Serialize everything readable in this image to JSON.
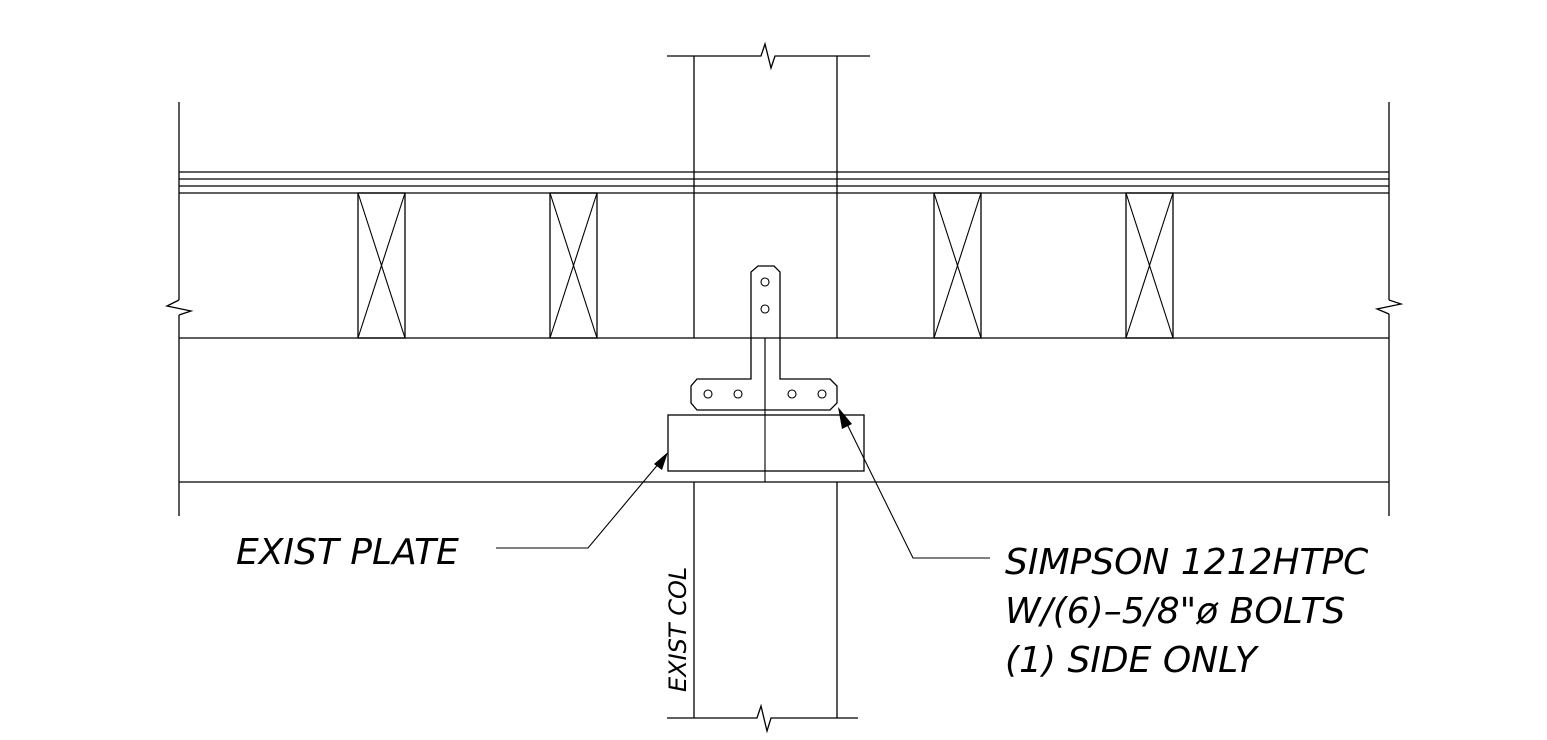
{
  "labels": {
    "plate": "EXIST PLATE",
    "column": "EXIST COL",
    "strap_line1": "SIMPSON 1212HTPC",
    "strap_line2": "W/(6)–5/8\"ø BOLTS",
    "strap_line3": "(1) SIDE ONLY"
  },
  "colors": {
    "line": "#000000",
    "background": "#ffffff"
  }
}
